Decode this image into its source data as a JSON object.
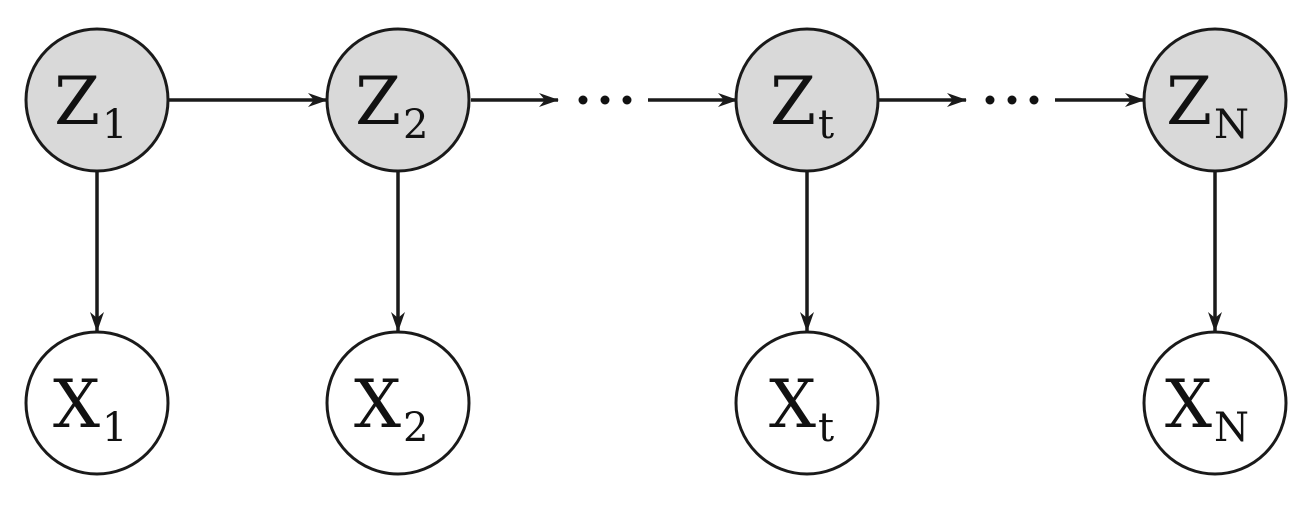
{
  "diagram": {
    "hidden_nodes": [
      {
        "letter": "Z",
        "sub": "1"
      },
      {
        "letter": "Z",
        "sub": "2"
      },
      {
        "letter": "Z",
        "sub": "t"
      },
      {
        "letter": "Z",
        "sub": "N"
      }
    ],
    "observed_nodes": [
      {
        "letter": "X",
        "sub": "1"
      },
      {
        "letter": "X",
        "sub": "2"
      },
      {
        "letter": "X",
        "sub": "t"
      },
      {
        "letter": "X",
        "sub": "N"
      }
    ],
    "colors": {
      "hidden_fill": "#d9d9d9",
      "observed_fill": "#ffffff",
      "stroke": "#1a1a1a"
    }
  }
}
